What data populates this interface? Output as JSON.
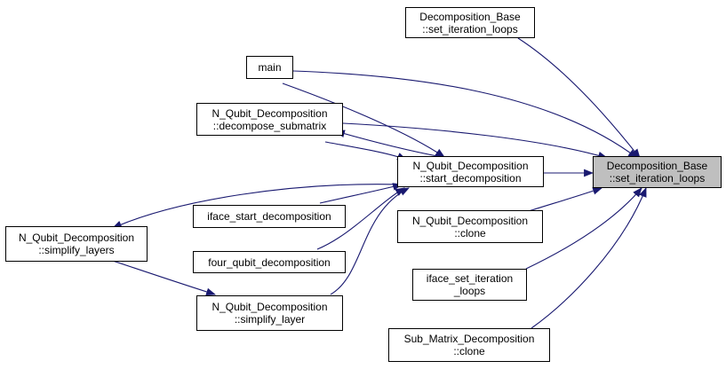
{
  "colors": {
    "edge": "#191970",
    "focus_fill": "#bfbfbf",
    "node_border": "#000000"
  },
  "nodes": {
    "db_set_iter_focus": {
      "line1": "Decomposition_Base",
      "line2": "::set_iteration_loops"
    },
    "db_set_iter_top": {
      "line1": "Decomposition_Base",
      "line2": "::set_iteration_loops"
    },
    "main": {
      "line1": "main"
    },
    "nqd_decompose": {
      "line1": "N_Qubit_Decomposition",
      "line2": "::decompose_submatrix"
    },
    "nqd_start": {
      "line1": "N_Qubit_Decomposition",
      "line2": "::start_decomposition"
    },
    "iface_start": {
      "line1": "iface_start_decomposition"
    },
    "four_qubit": {
      "line1": "four_qubit_decomposition"
    },
    "nqd_simplify_layers": {
      "line1": "N_Qubit_Decomposition",
      "line2": "::simplify_layers"
    },
    "nqd_simplify_layer": {
      "line1": "N_Qubit_Decomposition",
      "line2": "::simplify_layer"
    },
    "nqd_clone": {
      "line1": "N_Qubit_Decomposition",
      "line2": "::clone"
    },
    "iface_set_iter": {
      "line1": "iface_set_iteration",
      "line2": "_loops"
    },
    "sub_matrix_clone": {
      "line1": "Sub_Matrix_Decomposition",
      "line2": "::clone"
    }
  }
}
